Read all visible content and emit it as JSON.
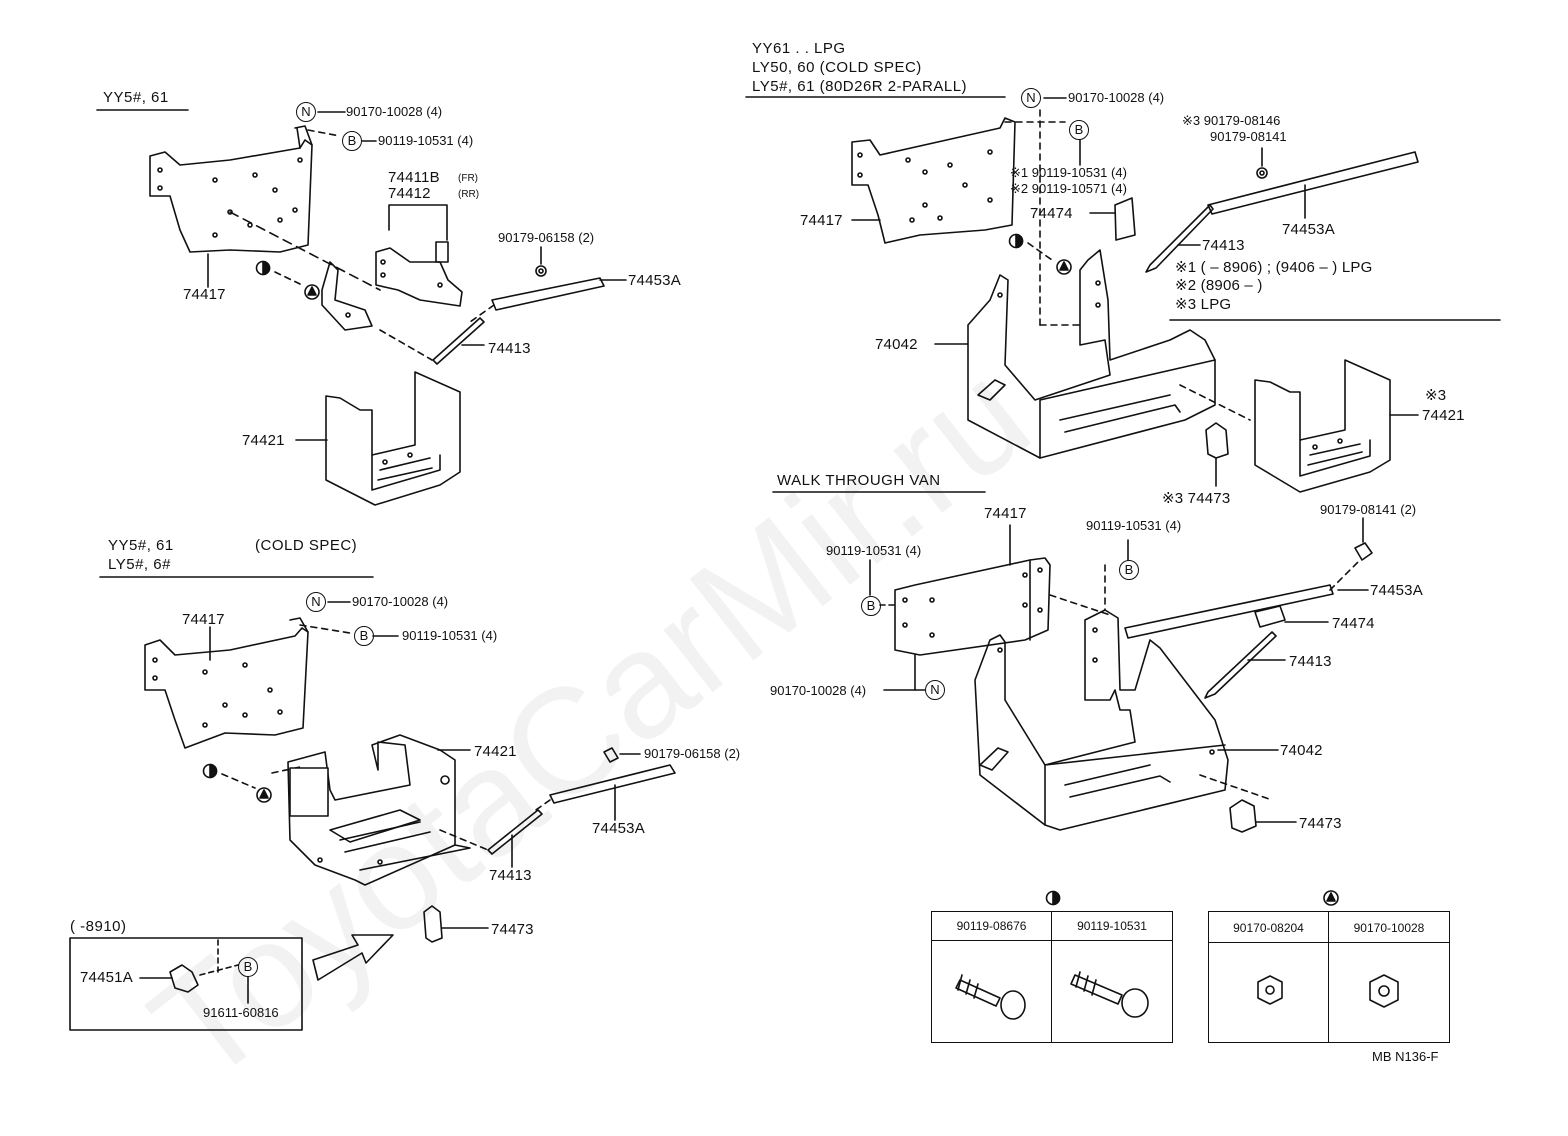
{
  "watermark": "ToyotaCarMir.ru",
  "sections": {
    "s1": {
      "title": "YY5#, 61"
    },
    "s2": {
      "title_line1": "YY5#, 61",
      "title_note": "(COLD SPEC)",
      "title_line2": "LY5#, 6#"
    },
    "s3": {
      "title_line1": "YY61 . . LPG",
      "title_line2": "LY50, 60 (COLD SPEC)",
      "title_line3": "LY5#, 61 (80D26R 2-PARALL)"
    },
    "s4": {
      "title": "WALK THROUGH VAN"
    },
    "inset": {
      "title": "(      -8910)"
    }
  },
  "callouts": {
    "s1_74417": "74417",
    "s1_n": "90170-10028 (4)",
    "s1_b": "90119-10531 (4)",
    "s1_74411b": "74411B",
    "s1_fr": "(FR)",
    "s1_74412": "74412",
    "s1_rr": "(RR)",
    "s1_90179": "90179-06158 (2)",
    "s1_74453a": "74453A",
    "s1_74413": "74413",
    "s1_74421": "74421",
    "s2_74417": "74417",
    "s2_n": "90170-10028 (4)",
    "s2_b": "90119-10531 (4)",
    "s2_74421": "74421",
    "s2_90179": "90179-06158 (2)",
    "s2_74453a": "74453A",
    "s2_74413": "74413",
    "s2_74473": "74473",
    "inset_74451a": "74451A",
    "inset_91611": "91611-60816",
    "s3_n": "90170-10028 (4)",
    "s3_b1": "※1 90119-10531 (4)",
    "s3_b2": "※2 90119-10571 (4)",
    "s3_74417": "74417",
    "s3_74474": "74474",
    "s3_x3a": "※3 90179-08146",
    "s3_x3b": "90179-08141",
    "s3_74453a": "74453A",
    "s3_74413": "74413",
    "s3_74042": "74042",
    "s3_x3_74421": "※3",
    "s3_74421": "74421",
    "s3_74473": "※3 74473",
    "s4_74417": "74417",
    "s4_b_left": "90119-10531 (4)",
    "s4_b_mid": "90119-10531 (4)",
    "s4_90179": "90179-08141 (2)",
    "s4_74453a": "74453A",
    "s4_74474": "74474",
    "s4_74413": "74413",
    "s4_n": "90170-10028 (4)",
    "s4_74042": "74042",
    "s4_74473": "74473"
  },
  "notes": {
    "n1": "※1 (        – 8906) ; (9406 –         ) LPG",
    "n2": "※2 (8906 –          )",
    "n3": "※3 LPG"
  },
  "symbols": {
    "nut_letter": "N",
    "bolt_letter": "B"
  },
  "tables": {
    "bolts": {
      "col1": "90119-08676",
      "col2": "90119-10531"
    },
    "nuts": {
      "col1": "90170-08204",
      "col2": "90170-10028"
    }
  },
  "diagram_code": "MB  N136-F"
}
